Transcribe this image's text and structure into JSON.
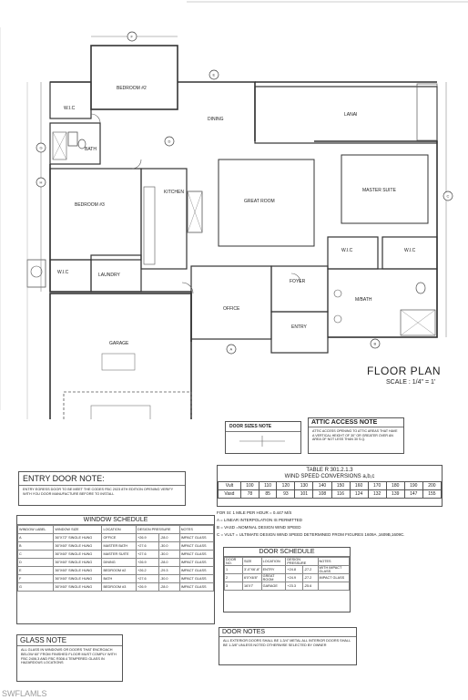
{
  "rooms": {
    "bedroom2": "BEDROOM #2",
    "wic1": "W.I.C",
    "bath": "BATH",
    "dining": "DINING",
    "lanai": "LANAI",
    "kitchen": "KITCHEN",
    "great_room": "GREAT ROOM",
    "master_suite": "MASTER SUITE",
    "bedroom3": "BEDROOM #3",
    "wic2": "W.I.C",
    "laundry": "LAUNDRY",
    "wic3": "W.I.C",
    "wic4": "W.I.C",
    "foyer": "FOYER",
    "office": "OFFICE",
    "mbath": "M/BATH",
    "garage": "GARAGE",
    "entry": "ENTRY"
  },
  "markers": [
    "F",
    "E",
    "G",
    "H",
    "A",
    "B",
    "C",
    "D",
    "B"
  ],
  "title": {
    "main": "FLOOR PLAN",
    "scale": "SCALE : 1/4\" = 1'"
  },
  "door_sizes_note": {
    "title": "DOOR SIZES NOTE"
  },
  "attic": {
    "title": "ATTIC ACCESS NOTE",
    "body": "ATTIC ACCESS OPENING TO ATTIC AREAS THAT HAVE A VERTICAL HEIGHT OF 30\" OR GREATER OVER AN AREA OF NOT LESS THAN 30 S.Q."
  },
  "entry_door": {
    "title": "ENTRY DOOR NOTE:",
    "body": "ENTRY EGRESS DOOR TO BE MEET THE CODES FBC 2023 8TH EDITION OPENING VERIFY WITH YOU DOOR MANUFACTURE BEFORE TO INSTALL"
  },
  "wind": {
    "title": "TABLE R 301.2.1.3",
    "subtitle": "WIND SPEED CONVERSIONS a,b,c",
    "row1_label": "Vult",
    "row2_label": "Vasd",
    "row1": [
      "100",
      "110",
      "120",
      "130",
      "140",
      "150",
      "160",
      "170",
      "180",
      "190",
      "200"
    ],
    "row2": [
      "78",
      "85",
      "93",
      "101",
      "108",
      "116",
      "124",
      "132",
      "139",
      "147",
      "155"
    ],
    "notes": [
      "FOR SI: 1 MILE PER HOUR = 0.447 M/S",
      "a = LINEAR INTERPOLATION IS PERMITTED",
      "b = Vasd =NOMINAL DESIGN WIND SPEED",
      "c = Vult = ULTIMATE DESIGN WIND SPEED DETERMINED FROM FIGURES 1609A ,1609B,1609C."
    ]
  },
  "window_schedule": {
    "title": "WINDOW SCHEDULE",
    "headers": [
      "WINDOW LABEL",
      "WINDOW SIZE",
      "LOCATION",
      "DESIGN PRESSURE",
      "NOTES"
    ],
    "rows": [
      [
        "A",
        "36\"X72\" SINGLE HUNG",
        "OFFICE",
        "+26.9",
        "-28.0",
        "IMPACT GLASS"
      ],
      [
        "B",
        "36\"X60\" SINGLE HUNG",
        "MASTER BATH",
        "+27.6",
        "-30.0",
        "IMPACT GLASS"
      ],
      [
        "C",
        "36\"X60\" SINGLE HUNG",
        "MASTER SUITE",
        "+27.6",
        "-30.0",
        "IMPACT GLASS"
      ],
      [
        "D",
        "36\"X60\" SINGLE HUNG",
        "DINING",
        "+26.9",
        "-28.0",
        "IMPACT GLASS"
      ],
      [
        "E",
        "36\"X60\" SINGLE HUNG",
        "BEDROOM #2",
        "+26.2",
        "-29.3",
        "IMPACT GLASS"
      ],
      [
        "F",
        "36\"X60\" SINGLE HUNG",
        "BATH",
        "+27.6",
        "-30.0",
        "IMPACT GLASS"
      ],
      [
        "G",
        "36\"X60\" SINGLE HUNG",
        "BEDROOM #3",
        "+26.9",
        "-28.0",
        "IMPACT GLASS"
      ]
    ]
  },
  "door_schedule": {
    "title": "DOOR SCHEDULE",
    "headers": [
      "DOOR NO.",
      "SIZE",
      "LOCATION",
      "DESIGN PRESSURE",
      "NOTES"
    ],
    "rows": [
      [
        "1",
        "3'-0\"X6'-8\"",
        "ENTRY",
        "+24.8",
        "-27.2",
        "WITH IMPACT GLASS"
      ],
      [
        "2",
        "6'0\"X6'8\"",
        "GREAT ROOM",
        "+24.9",
        "-27.2",
        "IMPACT GLASS"
      ],
      [
        "3",
        "16'X7'",
        "GARAGE",
        "+23.3",
        "-25.6",
        ""
      ]
    ]
  },
  "door_notes": {
    "title": "DOOR NOTES",
    "body": "ALL EXTERIOR DOORS SHALL BE 1-3/4\" METAL ALL INTERIOR DOORS SHALL BE 1-3/8\" UNLESS NOTED OTHERWISE SELECTED BY OWNER"
  },
  "glass": {
    "title": "GLASS NOTE",
    "body": "ALL GLASS IN WINDOWS OR DOORS THAT ENCROACH BELOW 60\" FROM FINISHED FLOOR MUST COMPLY WITH FBC 2406.3 AND FBC R308.4 TEMPERED GLASS IN HAZARDOUS LOCATIONS"
  },
  "watermark": "SWFLAMLS"
}
